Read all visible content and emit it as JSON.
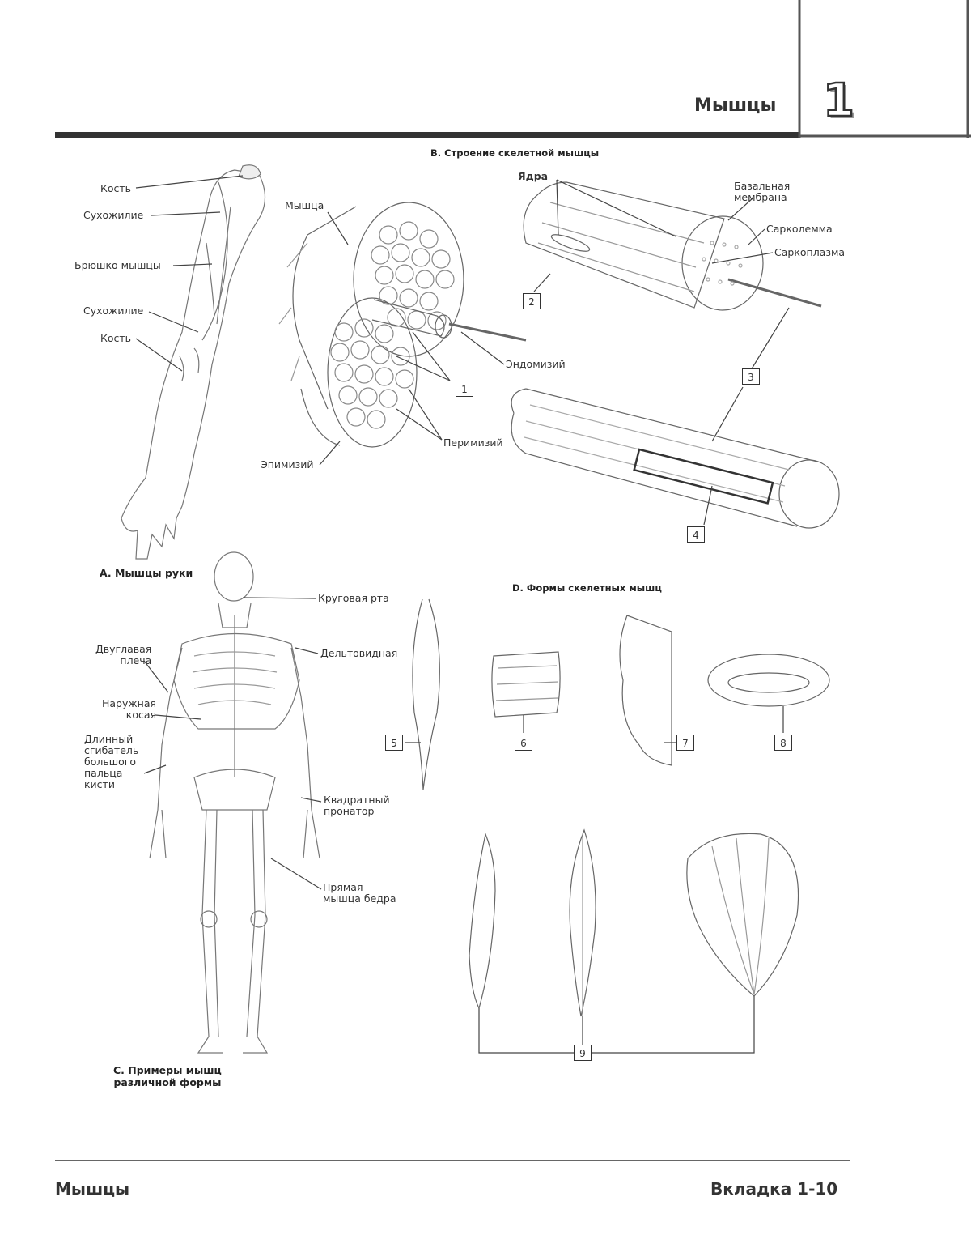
{
  "header": {
    "title": "Мышцы",
    "chapter_number": "1"
  },
  "section_a": {
    "caption": "A. Мышцы руки",
    "labels": [
      "Кость",
      "Сухожилие",
      "Брюшко мышцы",
      "Сухожилие",
      "Кость"
    ]
  },
  "section_b": {
    "caption": "B. Строение скелетной мышцы",
    "labels": {
      "muscle": "Мышца",
      "nuclei": "Ядра",
      "basal_membrane": "Базальная\nмембрана",
      "sarcolemma": "Сарколемма",
      "sarcoplasm": "Саркоплазма",
      "endomysium": "Эндомизий",
      "perimysium": "Перимизий",
      "epimysium": "Эпимизий"
    },
    "numbers": [
      "1",
      "2",
      "3",
      "4"
    ]
  },
  "section_c": {
    "caption": "C. Примеры мышц\nразличной формы",
    "labels": {
      "orbicularis": "Круговая рта",
      "biceps": "Двуглавая\nплеча",
      "deltoid": "Дельтовидная",
      "external_oblique": "Наружная\nкосая",
      "flexor_pollicis": "Длинный\nсгибатель\nбольшого\nпальца\nкисти",
      "pronator": "Квадратный\nпронатор",
      "rectus_femoris": "Прямая\nмышца бедра"
    }
  },
  "section_d": {
    "caption": "D. Формы скелетных мышц",
    "numbers": [
      "5",
      "6",
      "7",
      "8",
      "9"
    ]
  },
  "footer": {
    "left": "Мышцы",
    "right": "Вкладка 1-10"
  }
}
